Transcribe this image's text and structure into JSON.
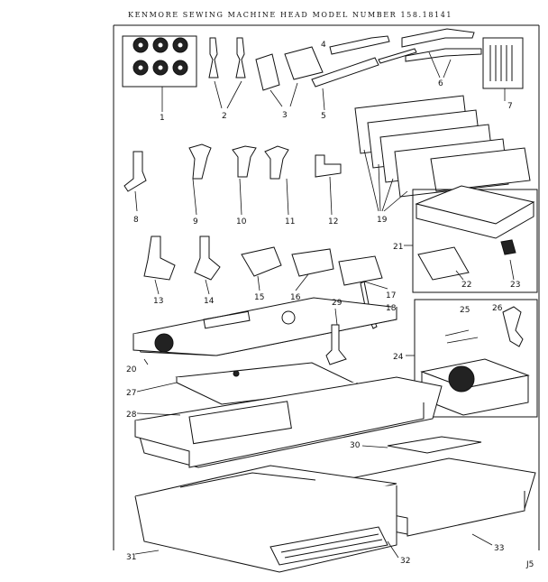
{
  "title": "KENMORE SEWING MACHINE HEAD MODEL NUMBER 158.18141",
  "page_code": "J5",
  "parts": [
    {
      "label": "1"
    },
    {
      "label": "2"
    },
    {
      "label": "3"
    },
    {
      "label": "4"
    },
    {
      "label": "5"
    },
    {
      "label": "6"
    },
    {
      "label": "7"
    },
    {
      "label": "8"
    },
    {
      "label": "9"
    },
    {
      "label": "10"
    },
    {
      "label": "11"
    },
    {
      "label": "12"
    },
    {
      "label": "13"
    },
    {
      "label": "14"
    },
    {
      "label": "15"
    },
    {
      "label": "16"
    },
    {
      "label": "17"
    },
    {
      "label": "18"
    },
    {
      "label": "19"
    },
    {
      "label": "20"
    },
    {
      "label": "21"
    },
    {
      "label": "22"
    },
    {
      "label": "23"
    },
    {
      "label": "24"
    },
    {
      "label": "25"
    },
    {
      "label": "26"
    },
    {
      "label": "27"
    },
    {
      "label": "28"
    },
    {
      "label": "29"
    },
    {
      "label": "30"
    },
    {
      "label": "31"
    },
    {
      "label": "32"
    },
    {
      "label": "33"
    }
  ]
}
